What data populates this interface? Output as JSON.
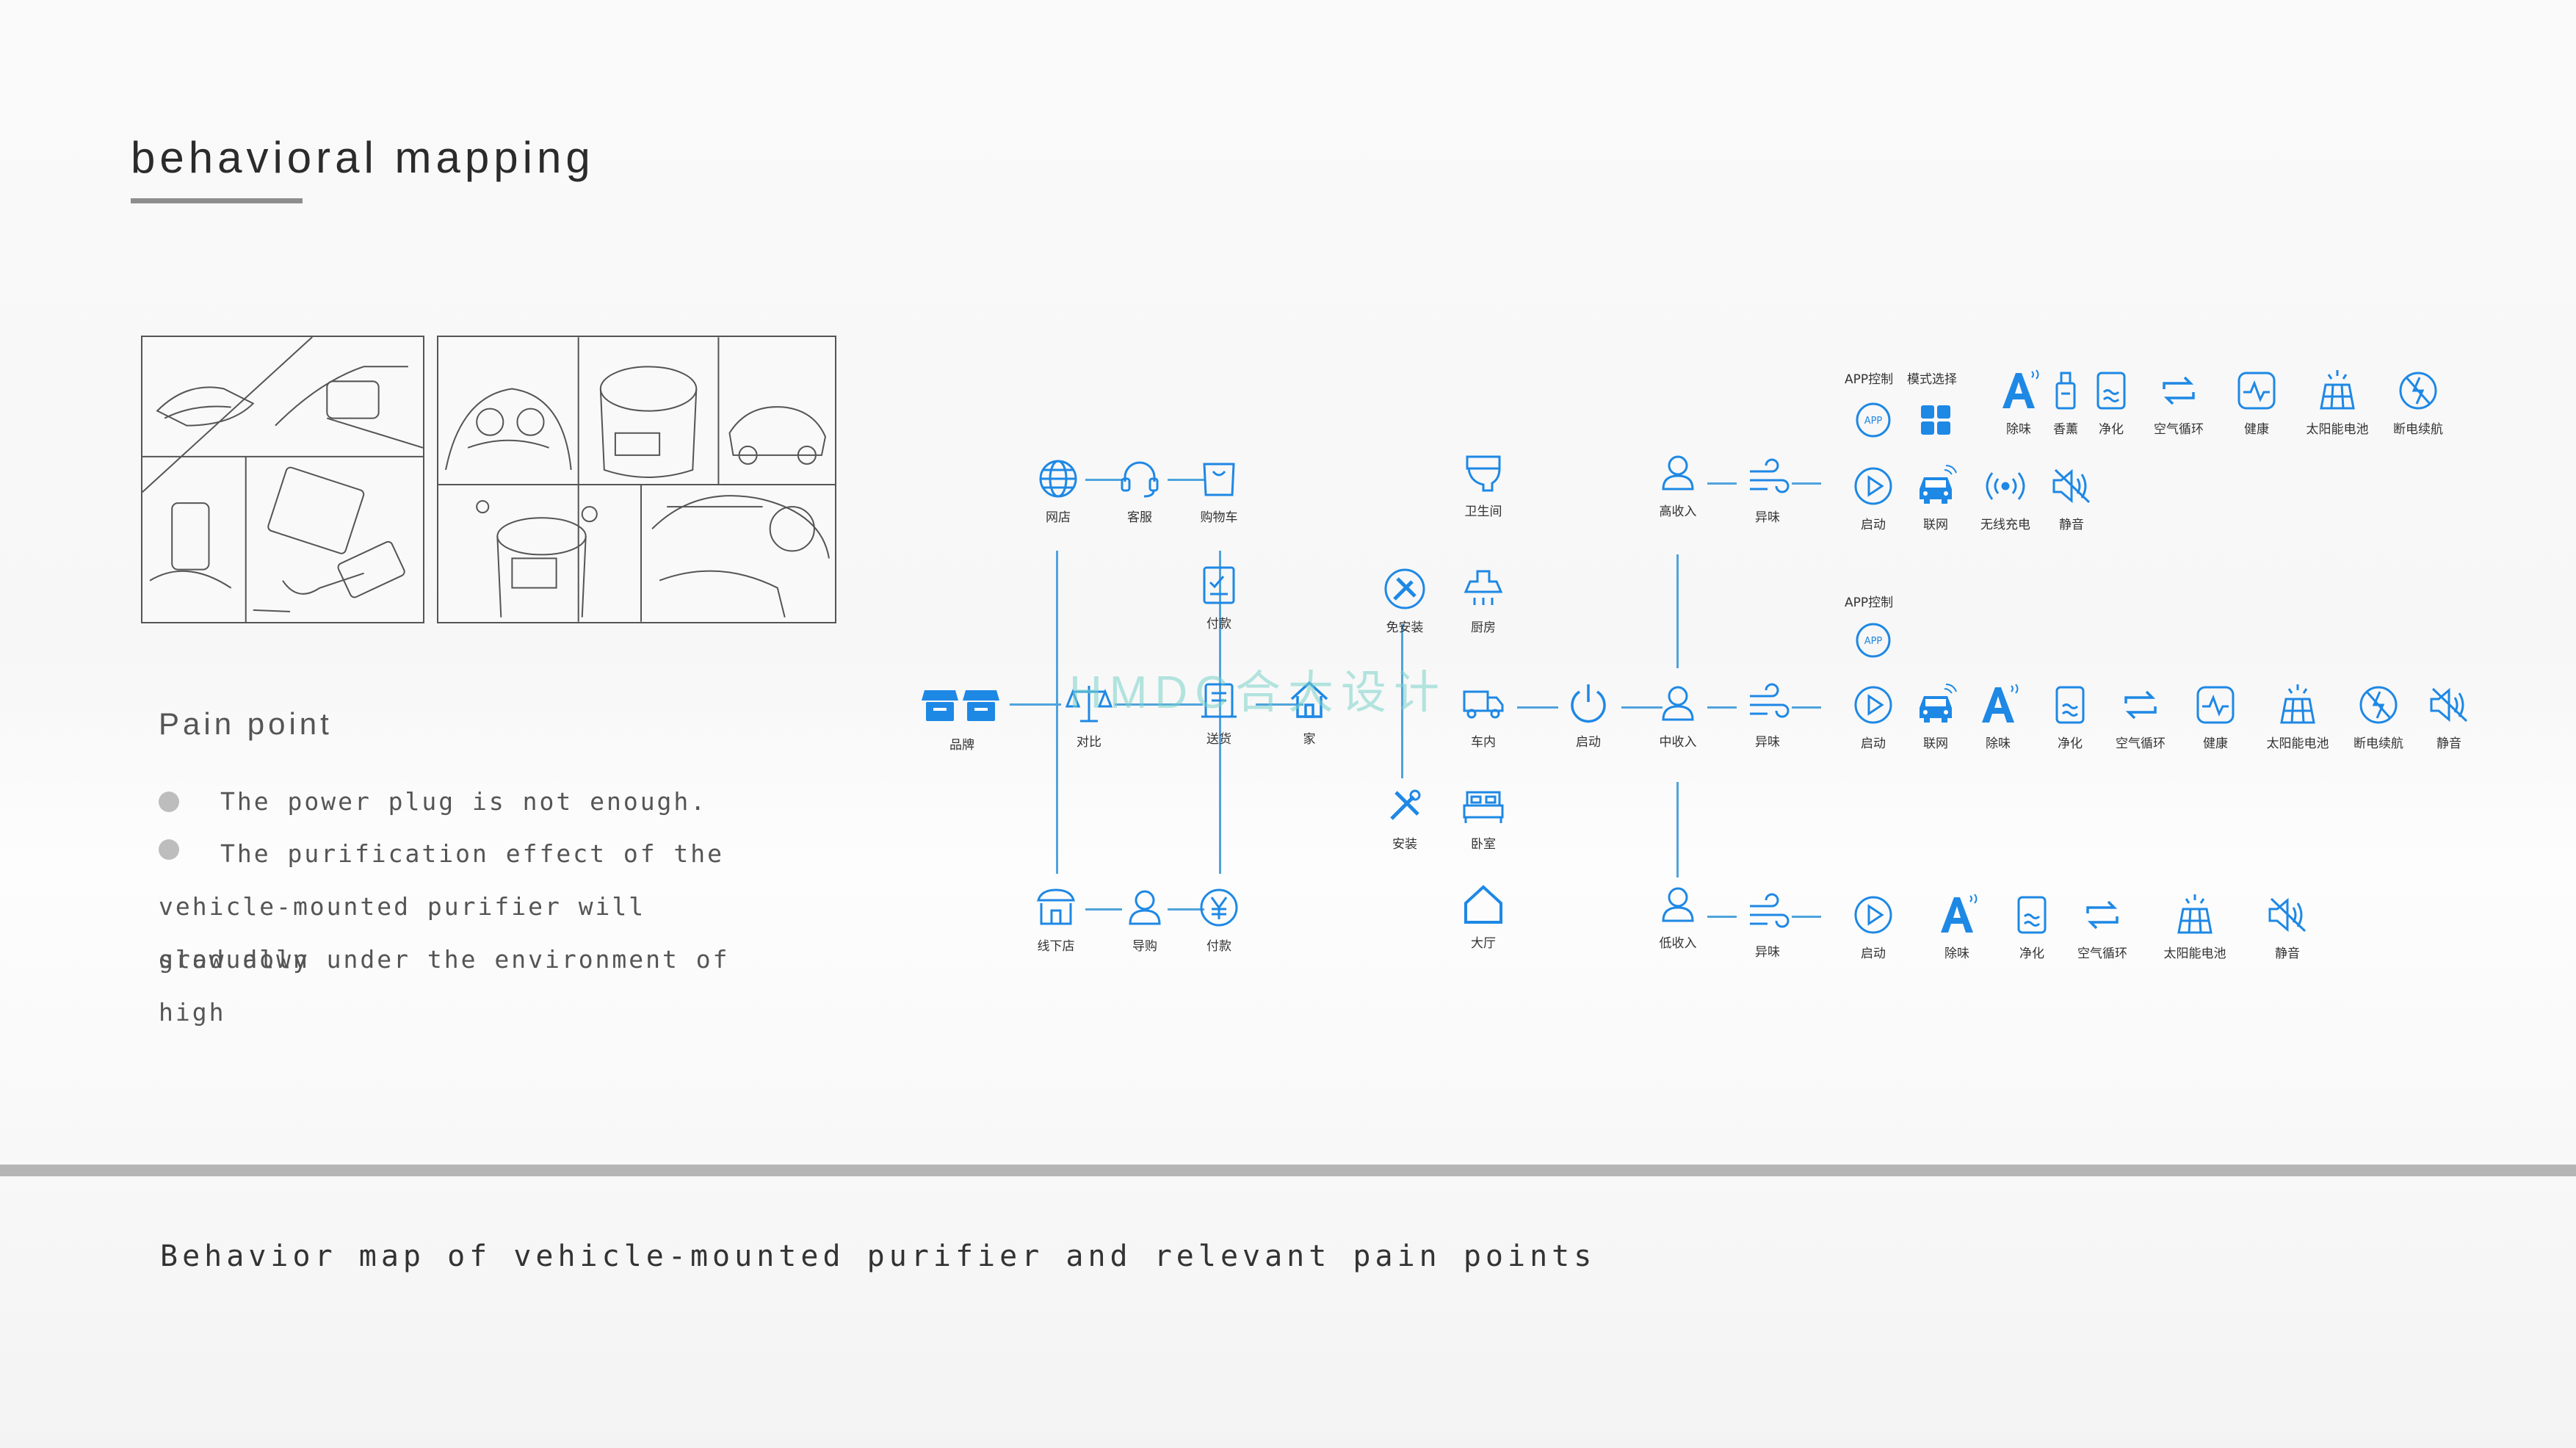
{
  "title": "behavioral mapping",
  "pain": {
    "title": "Pain point",
    "lines": [
      "The power plug is not enough.",
      "The purification effect of the",
      "vehicle-mounted purifier will gradually",
      "slow down under the environment of high"
    ]
  },
  "caption": "Behavior map of vehicle-mounted purifier and relevant pain points",
  "watermark": "HMDC合大设计",
  "accent_color": "#1e88e5",
  "labels": {
    "brand": "品牌",
    "compare": "对比",
    "online_store": "网店",
    "customer_service": "客服",
    "cart": "购物车",
    "pay": "付款",
    "delivery": "送货",
    "home": "家",
    "offline_store": "线下店",
    "guide": "导购",
    "pay2": "付款",
    "free_install": "免安装",
    "install": "安装",
    "bathroom": "卫生间",
    "kitchen": "厨房",
    "in_car": "车内",
    "bedroom": "卧室",
    "living_room": "大厅",
    "start": "启动",
    "high_income": "高收入",
    "mid_income": "中收入",
    "low_income": "低收入",
    "odor": "异味",
    "app_control": "APP控制",
    "mode_select": "模式选择",
    "deodorize": "除味",
    "fragrance": "香薰",
    "purify": "净化",
    "air_circ": "空气循环",
    "health": "健康",
    "solar": "太阳能电池",
    "outage": "断电续航",
    "startup": "启动",
    "network": "联网",
    "wireless": "无线充电",
    "mute": "静音",
    "app": "APP"
  }
}
